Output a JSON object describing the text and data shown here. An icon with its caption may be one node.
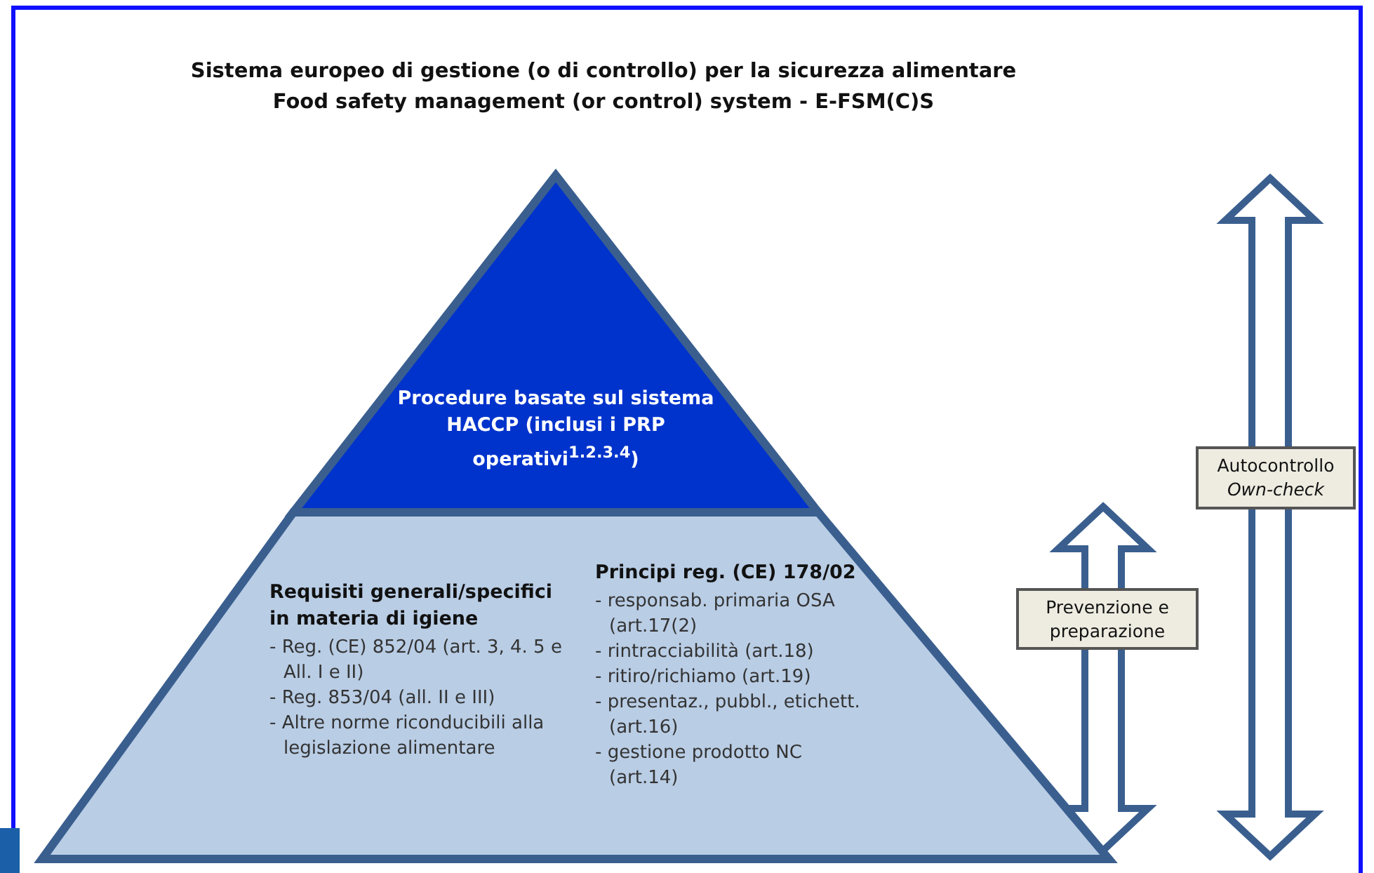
{
  "diagram": {
    "title": "Sistema europeo di gestione (o di controllo) per la sicurezza alimentare Food safety management (or control) system - E-FSM(C)S",
    "nodes": [
      {
        "text": [
          "Procedure basate sul sistema HACCP (inclusi i PRP operativi$^{1.2.3.4}$)"
        ]
      },
      {
        "text": [
          "Requisiti generali/specifici in materia di igiene",
          "- Reg. (CE) 852/04 (art. 3, 4. 5 e All. I e II)",
          "- Reg. 853/04 (all. II e III)",
          "- Altre norme riconducibili alla legislazione alimentare",
          "Principi reg. (CE) 178/02",
          "- responsab. primaria OSA (art.17(2)",
          "- rintracciabilità (art.18)",
          "- ritiro/richiamo (art.19)",
          "- presentaz., pubbl., etichett. (art.16)",
          "- gestione prodotto NC (art.14)"
        ]
      },
      {
        "text": [
          "Autocontrollo",
          "Own-check"
        ]
      },
      {
        "text": [
          "Prevenzione e preparazione"
        ]
      }
    ],
    "edges": []
  }
}
